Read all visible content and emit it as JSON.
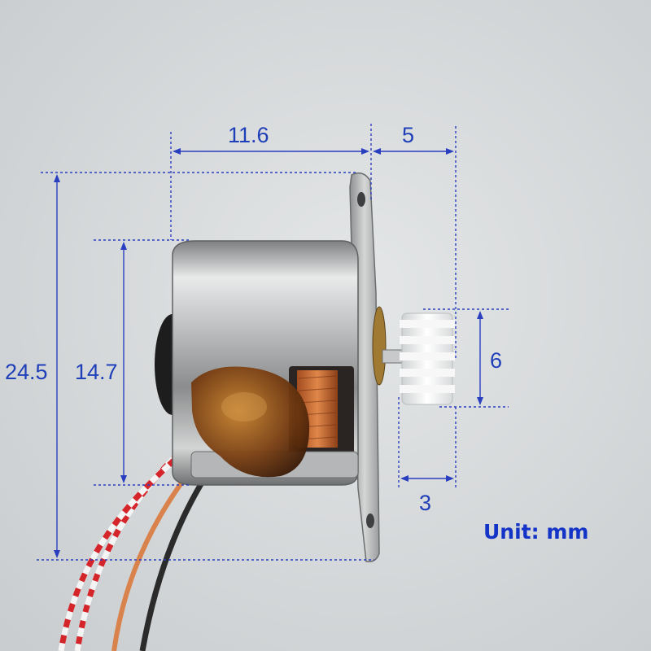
{
  "dimensions": {
    "body_length": "11.6",
    "shaft_length": "5",
    "overall_height": "24.5",
    "body_diameter": "14.7",
    "gear_diameter": "6",
    "gear_width": "3"
  },
  "unit_label": "Unit: mm",
  "colors": {
    "background": "#d9dcdd",
    "dimension_lines": "#2a3fc0",
    "unit_text": "#1434c8"
  }
}
